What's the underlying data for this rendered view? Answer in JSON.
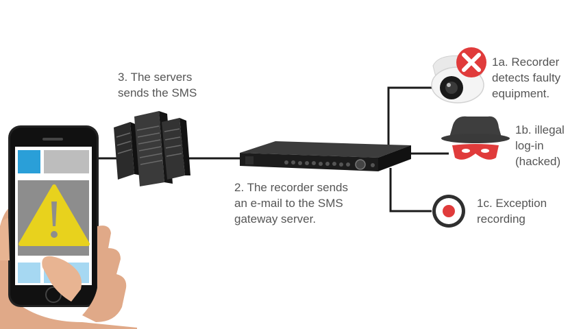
{
  "labels": {
    "servers": "3. The servers\nsends the SMS",
    "recorder": "2. The recorder sends\nan e-mail to the SMS\ngateway server.",
    "faulty": "1a. Recorder\ndetects faulty\nequipment.",
    "illegal": "1b. illegal\nlog-in\n(hacked)",
    "exception": "1c. Exception\nrecording"
  },
  "icons": {
    "phone": "smartphone-in-hand-icon",
    "servers": "server-rack-icon",
    "recorder": "network-video-recorder-icon",
    "camera": "dome-camera-icon",
    "error": "red-x-error-icon",
    "hacker": "masked-hacker-icon",
    "record": "record-button-icon",
    "warning": "warning-triangle-icon"
  },
  "colors": {
    "text": "#555555",
    "line": "#1a1a1a",
    "error_red": "#e03b3b",
    "warning_yellow": "#e8d21d",
    "screen_blue": "#2a9fd8",
    "screen_grey": "#bdbdbd"
  }
}
